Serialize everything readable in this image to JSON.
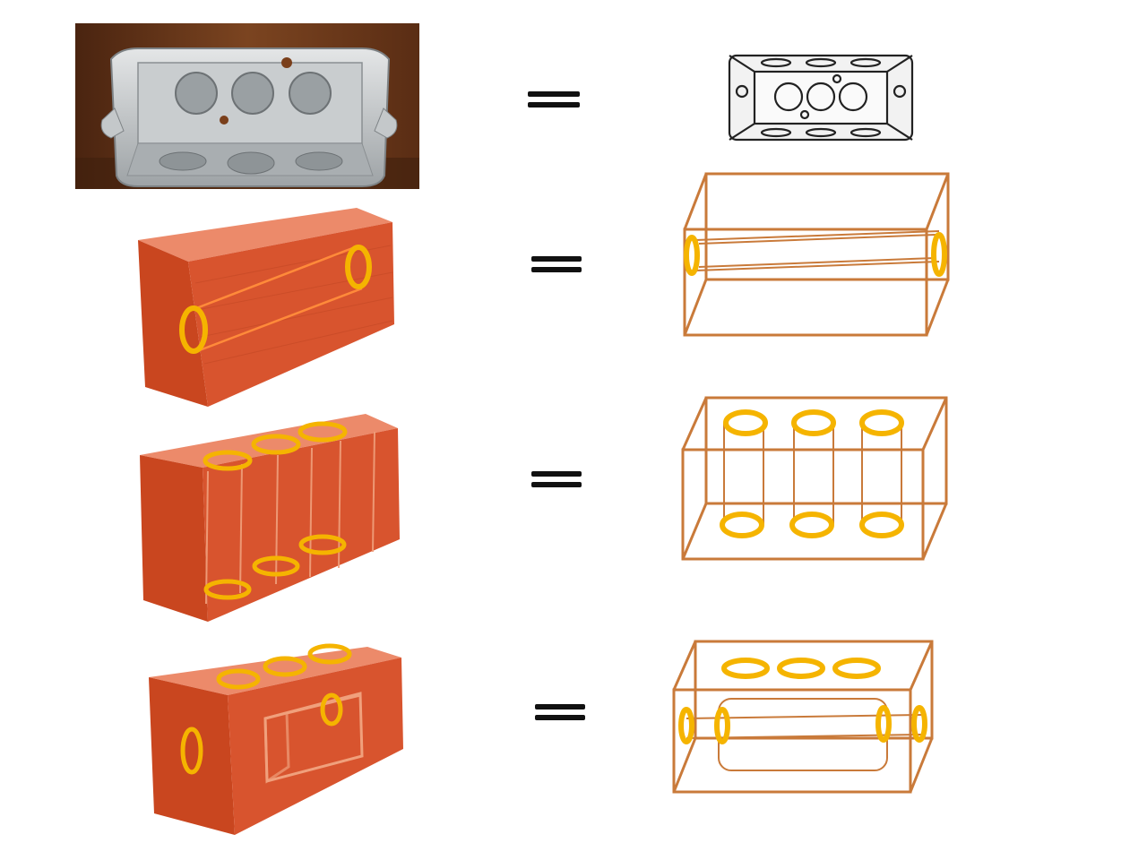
{
  "relations": [
    "equals",
    "equals",
    "equals",
    "equals"
  ],
  "colors": {
    "brick": "#d8542e",
    "brick_dark": "#b5401f",
    "brick_top": "#ec8a6a",
    "ring": "#f5b400",
    "ring_light": "#ffd24a",
    "wire": "#c97a3a",
    "steel": "#b9bdbf",
    "wood": "#6b3a1c",
    "line_art": "#222222"
  },
  "rows": [
    {
      "left": "photo-metal-junction-box",
      "right": "line-art-junction-box",
      "left_holes": 0,
      "right_holes": 0
    },
    {
      "left": "brick-through-channel",
      "right": "wire-box-through-channel",
      "left_holes": 2,
      "right_holes": 2
    },
    {
      "left": "brick-vertical-channels",
      "right": "wire-box-vertical-channels",
      "left_holes": 6,
      "right_holes": 6
    },
    {
      "left": "brick-cavity-with-ports",
      "right": "wire-box-cavity-with-ports",
      "left_holes": 5,
      "right_holes": 7
    }
  ]
}
